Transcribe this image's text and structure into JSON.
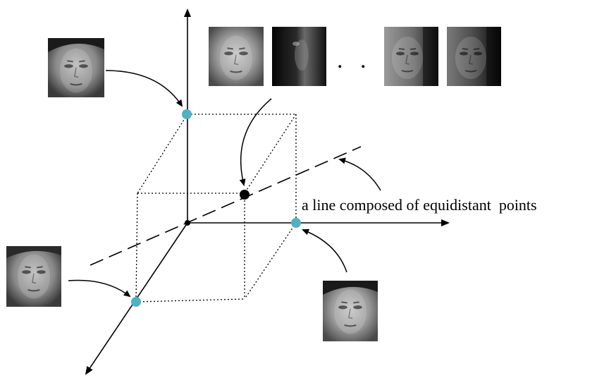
{
  "labels": {
    "ellipsis": ". . .",
    "equidistant_line": "a line composed of equidistant  points"
  },
  "faces": [
    {
      "id": "face-top-left",
      "lighting": "frontal",
      "tone": "#8a8a8a"
    },
    {
      "id": "face-row-1",
      "lighting": "frontal",
      "tone": "#9a9a9a"
    },
    {
      "id": "face-row-2",
      "lighting": "dark-side",
      "tone": "#1a1a1a"
    },
    {
      "id": "face-row-3",
      "lighting": "side",
      "tone": "#6a6a6a"
    },
    {
      "id": "face-row-4",
      "lighting": "dark-side",
      "tone": "#4a4a4a"
    },
    {
      "id": "face-left",
      "lighting": "frontal",
      "tone": "#8c8c8c"
    },
    {
      "id": "face-bottom-right",
      "lighting": "frontal",
      "tone": "#858585"
    }
  ],
  "colors": {
    "axis": "#000000",
    "point_fill": "#4fb0c6",
    "center_point": "#000000",
    "dotted_box": "#000000"
  }
}
